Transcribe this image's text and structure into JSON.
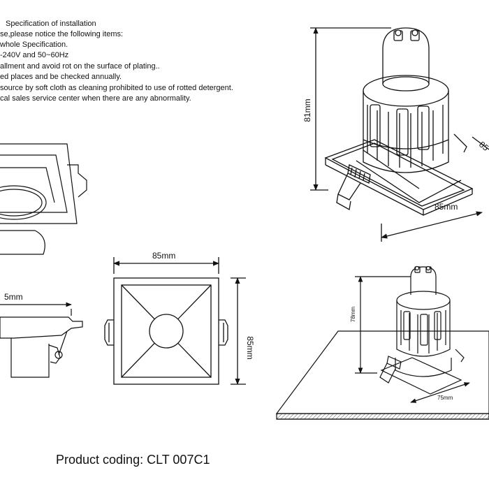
{
  "instructions": {
    "lines": [
      "Specification of installation",
      "se,please notice the following items:",
      "whole Specification.",
      "-240V and 50~60Hz",
      "allment and avoid rot on the surface of plating..",
      "ed places and be checked annually.",
      "source by soft cloth as cleaning prohibited to use of rotted detergent.",
      "cal sales service center when there are any abnormality."
    ]
  },
  "dimensions": {
    "height_81": "81mm",
    "width_85_iso": "85mm",
    "depth_85_iso_partial": "85",
    "front_width": "85mm",
    "front_height": "85mm",
    "side_width_partial": "5mm",
    "installed_height": "78mm",
    "cutout": "75mm"
  },
  "product": {
    "coding": "Product coding: CLT 007C1"
  }
}
